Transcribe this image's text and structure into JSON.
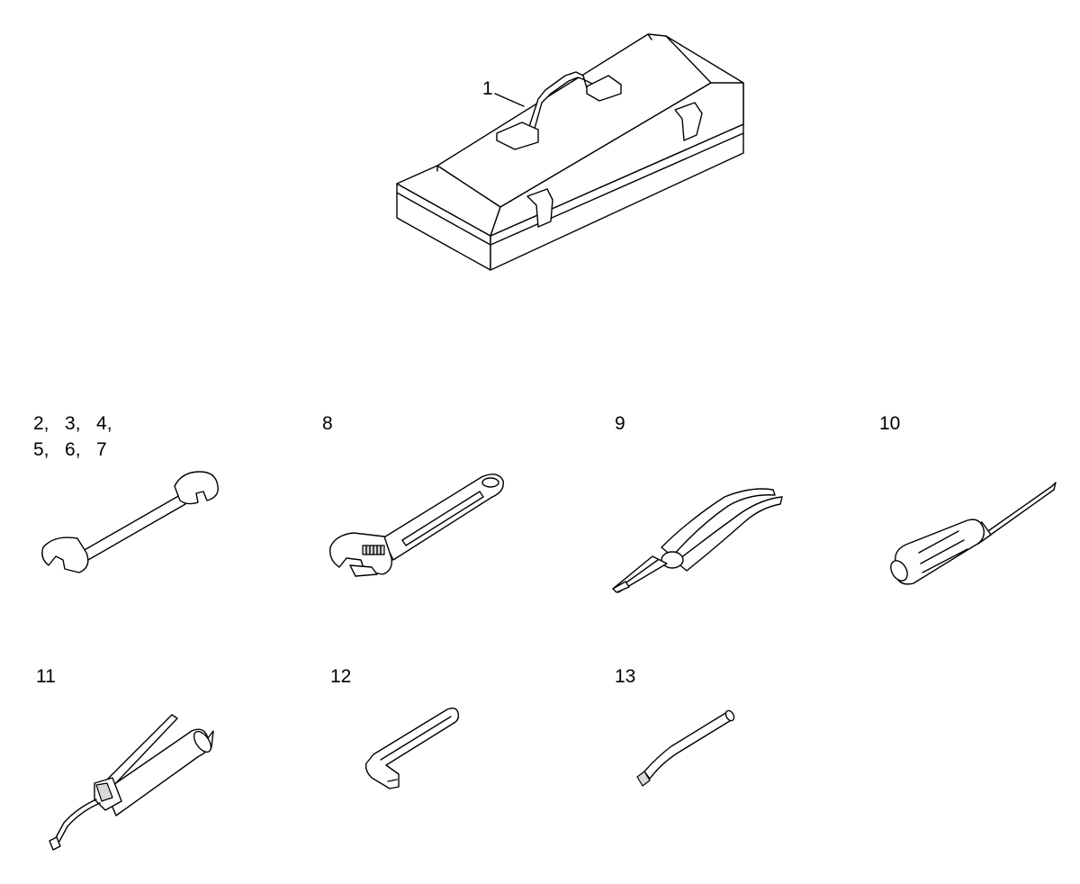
{
  "callouts": {
    "toolbox": "1",
    "open_wrench_line1": "2,   3,   4,",
    "open_wrench_line2": "5,   6,   7",
    "adjustable_wrench": "8",
    "pliers": "9",
    "screwdriver": "10",
    "grease_gun": "11",
    "hex_key": "12",
    "grease_nozzle": "13"
  }
}
